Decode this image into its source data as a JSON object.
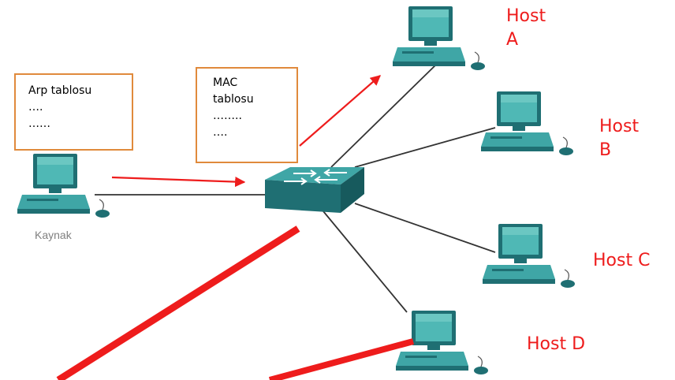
{
  "arp_table": {
    "title": "Arp tablosu",
    "lines": [
      "….",
      "……"
    ]
  },
  "mac_table": {
    "title_line1": "MAC",
    "title_line2": "tablosu",
    "lines": [
      "……..",
      "…."
    ]
  },
  "source": {
    "label": "Kaynak"
  },
  "hosts": {
    "a": {
      "line1": "Host",
      "line2": "A"
    },
    "b": {
      "line1": "Host",
      "line2": "B"
    },
    "c": {
      "label": "Host C"
    },
    "d": {
      "label": "Host D"
    }
  },
  "colors": {
    "arrow": "#ee1c1c",
    "link": "#333333",
    "box_border": "#e08a3c",
    "device_teal": "#3fa6a6",
    "device_dark": "#1f6f73",
    "label_red": "#ee1c1c",
    "source_label": "#808080"
  }
}
